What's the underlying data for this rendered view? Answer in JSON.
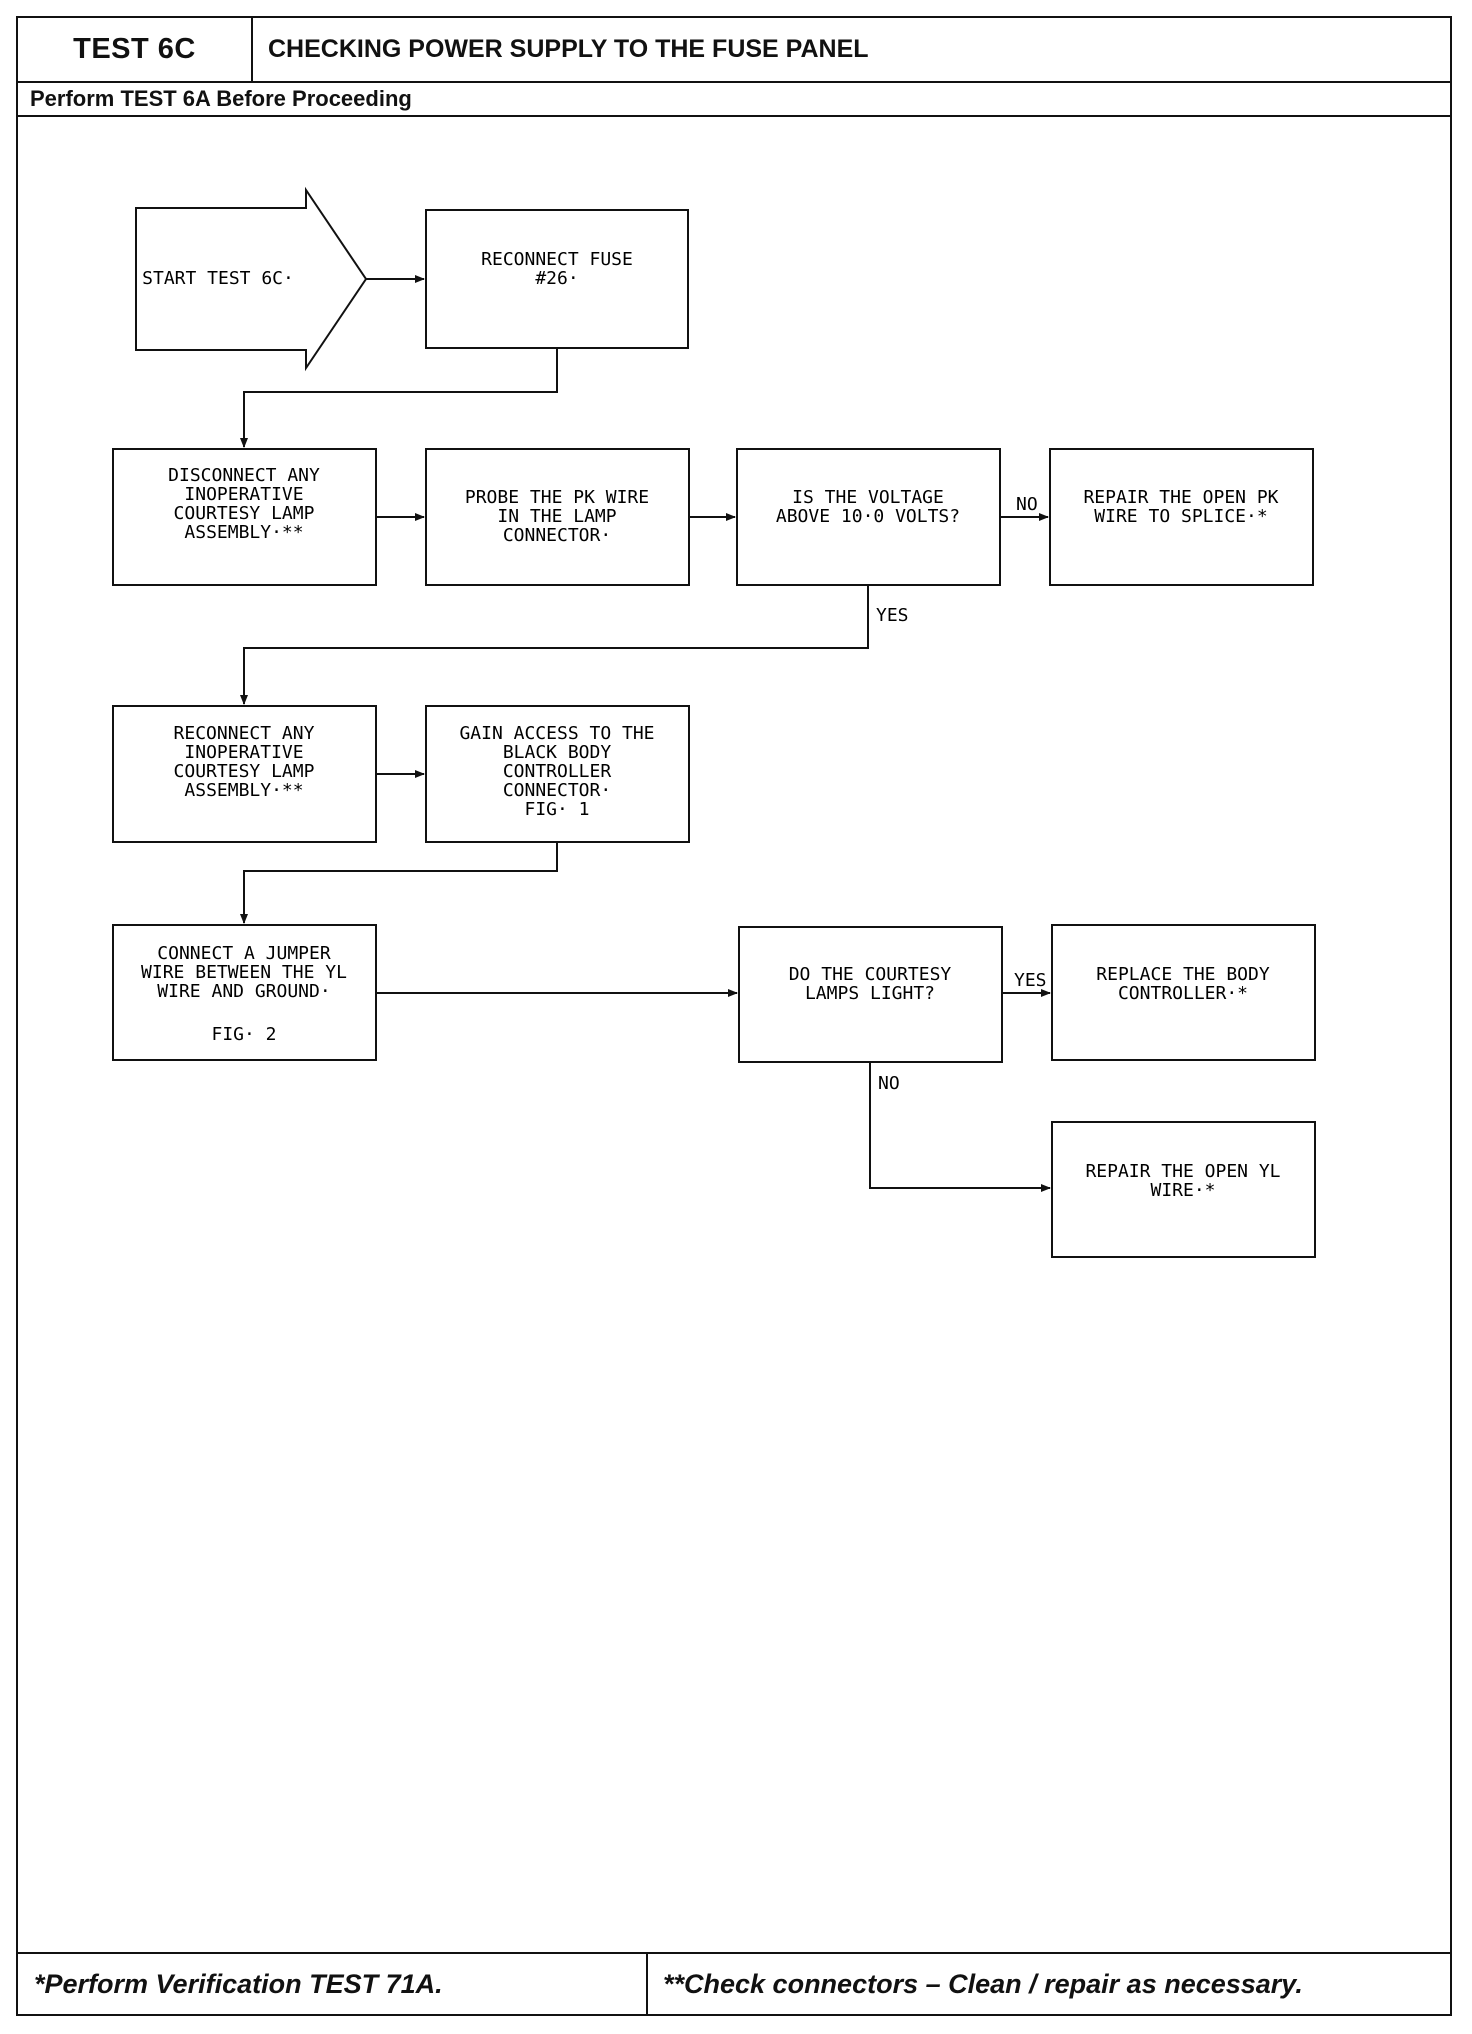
{
  "header": {
    "test_id": "TEST 6C",
    "title": "CHECKING POWER SUPPLY TO THE FUSE PANEL",
    "prerequisite": "Perform TEST 6A Before Proceeding"
  },
  "flowchart": {
    "start": [
      "START TEST 6C·"
    ],
    "reconnect_fuse": [
      "RECONNECT FUSE",
      "#26·"
    ],
    "disconnect_lamp": [
      "DISCONNECT ANY",
      "INOPERATIVE",
      "COURTESY LAMP",
      "ASSEMBLY·**"
    ],
    "probe_pk": [
      "PROBE THE PK WIRE",
      "IN THE LAMP",
      "CONNECTOR·"
    ],
    "voltage_check": [
      "IS THE VOLTAGE",
      "ABOVE 10·0 VOLTS?"
    ],
    "repair_pk": [
      "REPAIR THE OPEN PK",
      "WIRE TO SPLICE·*"
    ],
    "reconnect_lamp": [
      "RECONNECT ANY",
      "INOPERATIVE",
      "COURTESY LAMP",
      "ASSEMBLY·**"
    ],
    "gain_access": [
      "GAIN ACCESS TO THE",
      "BLACK BODY",
      "CONTROLLER",
      "CONNECTOR·",
      "FIG· 1"
    ],
    "connect_jumper": [
      "CONNECT A JUMPER",
      "WIRE BETWEEN THE YL",
      "WIRE AND GROUND·",
      "",
      "FIG· 2"
    ],
    "lamps_light": [
      "DO THE COURTESY",
      "LAMPS LIGHT?"
    ],
    "replace_controller": [
      "REPLACE THE BODY",
      "CONTROLLER·*"
    ],
    "repair_yl": [
      "REPAIR THE OPEN YL",
      "WIRE·*"
    ],
    "labels": {
      "voltage_no": "NO",
      "voltage_yes": "YES",
      "lamps_yes": "YES",
      "lamps_no": "NO"
    }
  },
  "footer": {
    "note_single": "*Perform Verification TEST 71A.",
    "note_double": "**Check connectors – Clean / repair as necessary."
  }
}
